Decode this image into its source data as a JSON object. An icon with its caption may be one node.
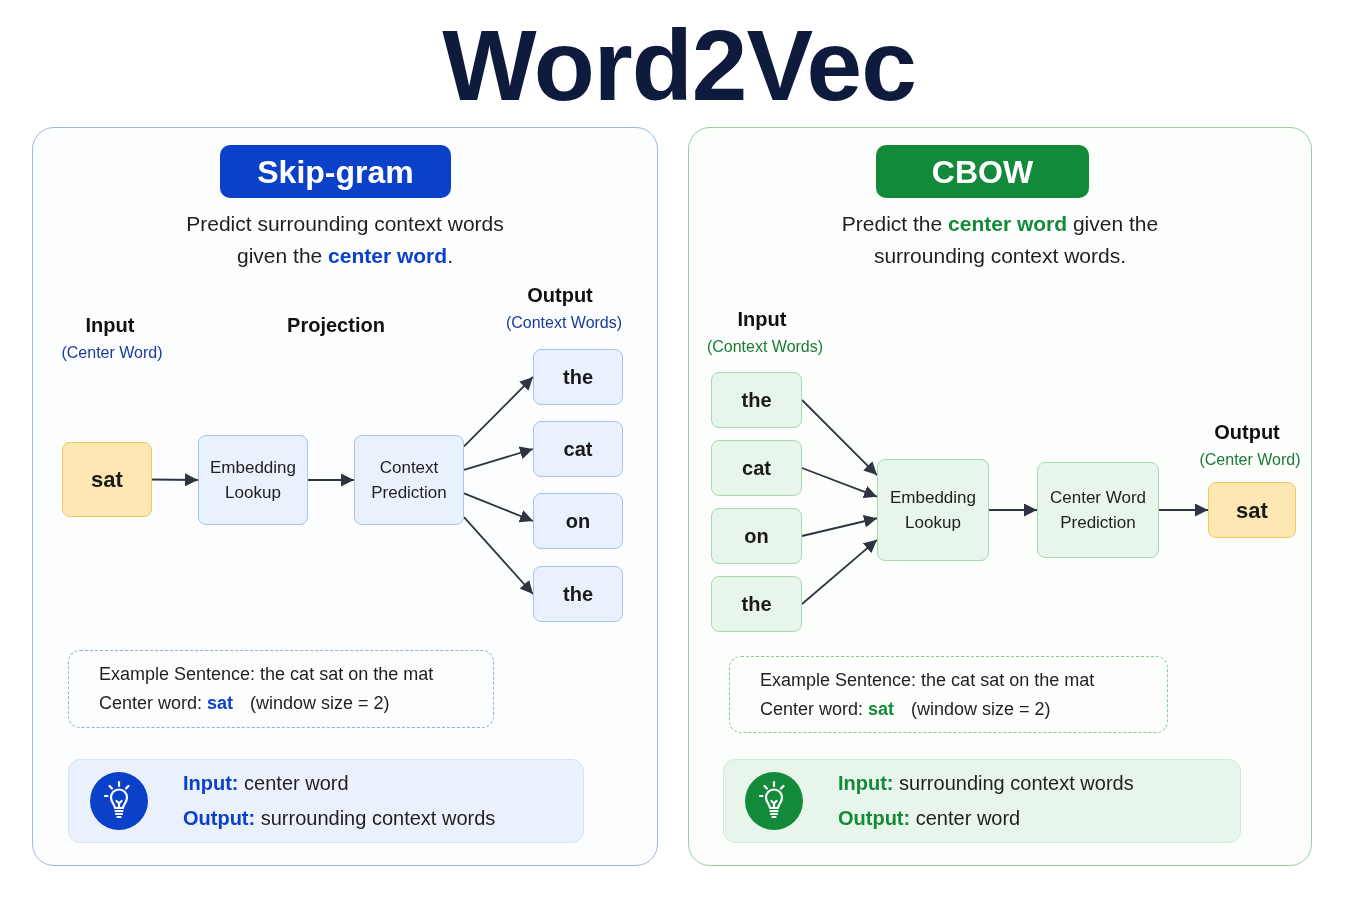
{
  "diagram": {
    "title": "Word2Vec",
    "nodes": [
      {
        "text": [
          "Predict surrounding context words given the **center word**."
        ]
      },
      {
        "text": [
          "Skip-gram"
        ],
        "in": 0
      },
      {
        "text": [
          "sat"
        ],
        "in": 0
      },
      {
        "text": [
          "Embedding Lookup"
        ],
        "in": 0
      },
      {
        "text": [
          "Context Prediction"
        ],
        "in": 0
      },
      {
        "text": [
          "the"
        ],
        "in": 0
      },
      {
        "text": [
          "cat"
        ],
        "in": 0
      },
      {
        "text": [
          "on"
        ],
        "in": 0
      },
      {
        "text": [
          "the"
        ],
        "in": 0
      },
      {
        "text": [
          "Example Sentence: the cat sat on the mat",
          "Center word: **sat** (window size = 2)"
        ],
        "in": 0
      },
      {
        "text": [
          "**Input:** center word",
          "**Output:** surrounding context words"
        ],
        "in": 0
      },
      {
        "text": [
          "Predict the **center word** given the surrounding context words."
        ]
      },
      {
        "text": [
          "CBOW"
        ],
        "in": 11
      },
      {
        "text": [
          "the"
        ],
        "in": 11
      },
      {
        "text": [
          "cat"
        ],
        "in": 11
      },
      {
        "text": [
          "on"
        ],
        "in": 11
      },
      {
        "text": [
          "the"
        ],
        "in": 11
      },
      {
        "text": [
          "Embedding Lookup"
        ],
        "in": 11
      },
      {
        "text": [
          "Center Word Prediction"
        ],
        "in": 11
      },
      {
        "text": [
          "sat"
        ],
        "in": 11
      },
      {
        "text": [
          "Example Sentence: the cat sat on the mat",
          "Center word: **sat** (window size = 2)"
        ],
        "in": 11
      },
      {
        "text": [
          "**Input:** surrounding context words",
          "**Output:** center word"
        ],
        "in": 11
      }
    ],
    "edges": [
      {
        "from": 2,
        "to": 3,
        "arrow": "to"
      },
      {
        "from": 3,
        "to": 4,
        "arrow": "to"
      },
      {
        "from": 4,
        "to": 5,
        "arrow": "to"
      },
      {
        "from": 4,
        "to": 6,
        "arrow": "to"
      },
      {
        "from": 4,
        "to": 7,
        "arrow": "to"
      },
      {
        "from": 4,
        "to": 8,
        "arrow": "to"
      },
      {
        "from": 13,
        "to": 17,
        "arrow": "to"
      },
      {
        "from": 14,
        "to": 17,
        "arrow": "to"
      },
      {
        "from": 15,
        "to": 17,
        "arrow": "to"
      },
      {
        "from": 16,
        "to": 17,
        "arrow": "to"
      },
      {
        "from": 17,
        "to": 18,
        "arrow": "to"
      },
      {
        "from": 18,
        "to": 19,
        "arrow": "to"
      }
    ],
    "labels": [
      "Input",
      "(Center Word)",
      "Projection",
      "Output",
      "(Context Words)",
      "Input",
      "(Context Words)",
      "Output",
      "(Center Word)"
    ]
  }
}
